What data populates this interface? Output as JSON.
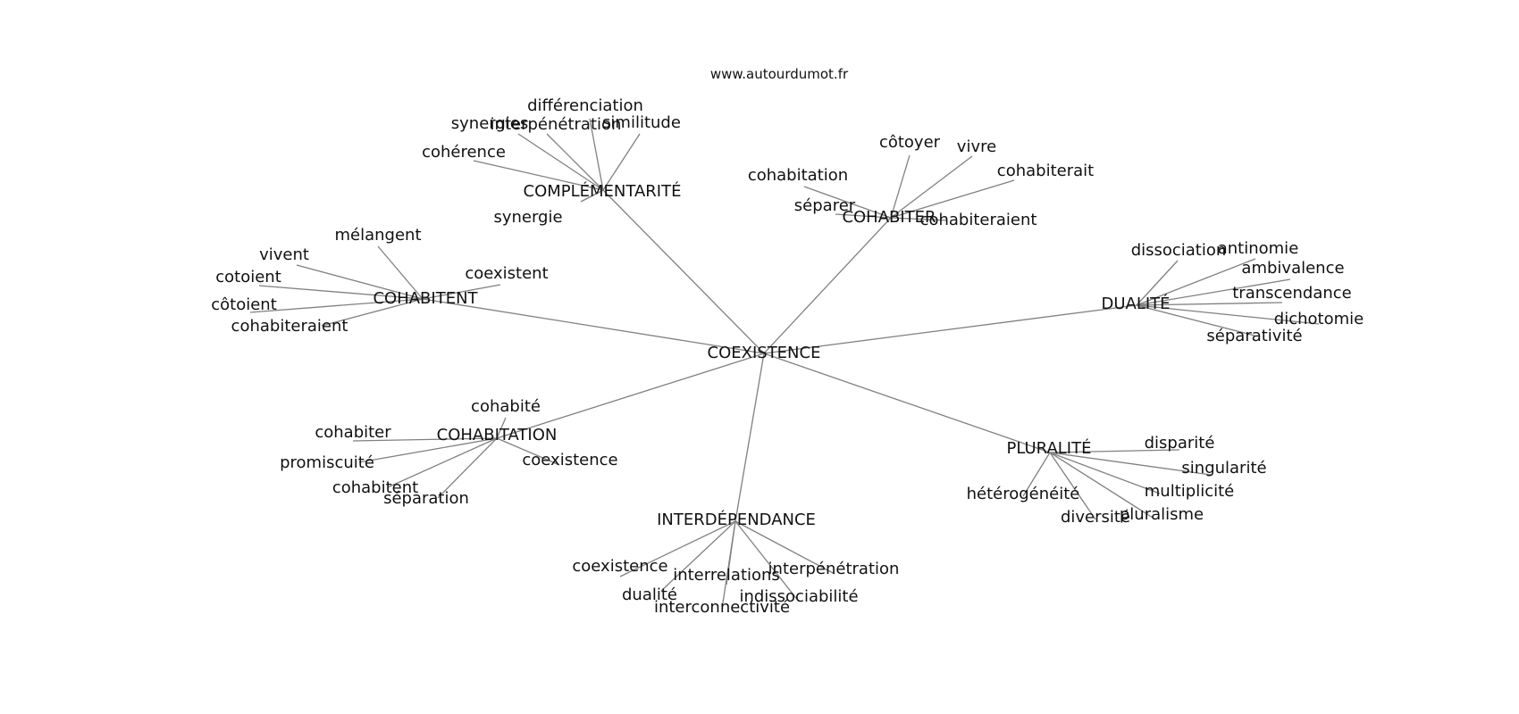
{
  "site": "www.autourdumot.fr",
  "center": "COEXISTENCE",
  "hubs": [
    {
      "label": "COMPLÉMENTARITÉ",
      "words": [
        "différenciation",
        "synergies",
        "interpénétration",
        "similitude",
        "cohérence",
        "synergie"
      ]
    },
    {
      "label": "COHABITER",
      "words": [
        "côtoyer",
        "vivre",
        "cohabitation",
        "cohabiterait",
        "séparer",
        "cohabiteraient"
      ]
    },
    {
      "label": "COHABITENT",
      "words": [
        "mélangent",
        "vivent",
        "cotoient",
        "coexistent",
        "côtoient",
        "cohabiteraient"
      ]
    },
    {
      "label": "DUALITÉ",
      "words": [
        "dissociation",
        "antinomie",
        "ambivalence",
        "transcendance",
        "dichotomie",
        "séparativité"
      ]
    },
    {
      "label": "COHABITATION",
      "words": [
        "cohabité",
        "cohabiter",
        "promiscuité",
        "coexistence",
        "cohabitent",
        "séparation"
      ]
    },
    {
      "label": "PLURALITÉ",
      "words": [
        "disparité",
        "singularité",
        "hétérogénéité",
        "multiplicité",
        "diversité",
        "pluralisme"
      ]
    },
    {
      "label": "INTERDÉPENDANCE",
      "words": [
        "coexistence",
        "interpénétration",
        "interrelations",
        "dualité",
        "indissociabilité",
        "interconnectivité"
      ]
    }
  ]
}
